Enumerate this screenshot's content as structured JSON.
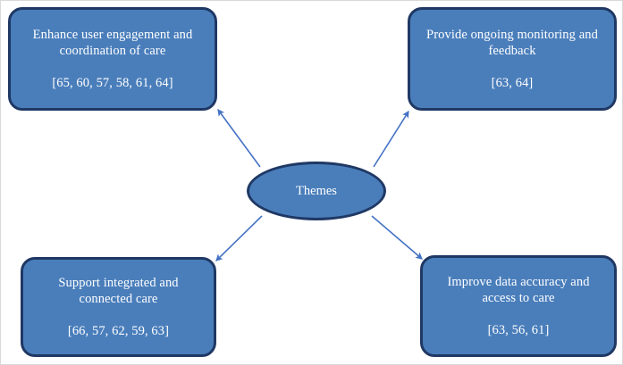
{
  "diagram": {
    "center": {
      "label": "Themes"
    },
    "nodes": [
      {
        "id": "top-left",
        "title": "Enhance user engagement and coordination of care",
        "refs": "[65, 60, 57, 58, 61, 64]"
      },
      {
        "id": "top-right",
        "title": "Provide ongoing monitoring and feedback",
        "refs": "[63, 64]"
      },
      {
        "id": "bottom-left",
        "title": "Support integrated and connected care",
        "refs": "[66, 57, 62, 59, 63]"
      },
      {
        "id": "bottom-right",
        "title": "Improve data accuracy and access to care",
        "refs": "[63, 56, 61]"
      }
    ],
    "colors": {
      "node_fill": "#4a7ebb",
      "node_border": "#1f3864",
      "node_text": "#ffffff",
      "arrow": "#4472c4",
      "background": "#ffffff",
      "frame_border": "#d9d9d9"
    }
  }
}
